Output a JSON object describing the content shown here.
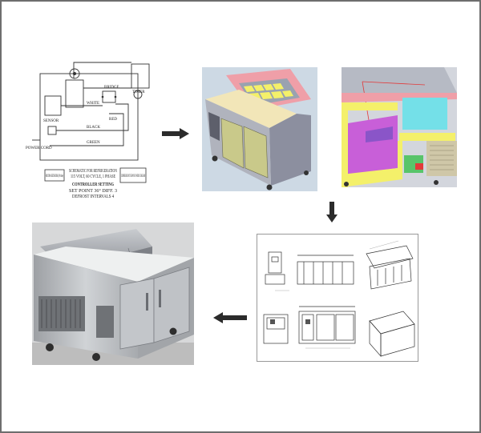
{
  "schematic": {
    "title_line1": "SCHEMATIC FOR REFRIGERATION",
    "title_line2": "115 VOLT, 60 CYCLE, 1 PHASE",
    "controller_title": "CONTROLLER SETTING",
    "controller_line1": "SET POINT 36°     DIFF. 3",
    "controller_line2": "DEFROST INTERVALS 4",
    "left_box": "ROOM SENSOR (Probe)",
    "right_box": "COMPRESSOR NOT SHOWN ON WIRING DIAGRAM",
    "labels": [
      "BRIDGE",
      "WHITE",
      "BLACK",
      "GREEN",
      "RED",
      "TIMER",
      "SENSOR",
      "POWER CORD"
    ]
  },
  "colors": {
    "frame": "#6e6e6e",
    "arrow": "#2b2b2b",
    "render_bg": "#cdd9e4",
    "cad_pink": "#ef9fa8",
    "cad_yellow": "#f4f06a",
    "cad_gray": "#8c8f9f",
    "cad_purple": "#c85fd8",
    "cad_cyan": "#74e0e8",
    "steel": "#b9bcc0"
  }
}
